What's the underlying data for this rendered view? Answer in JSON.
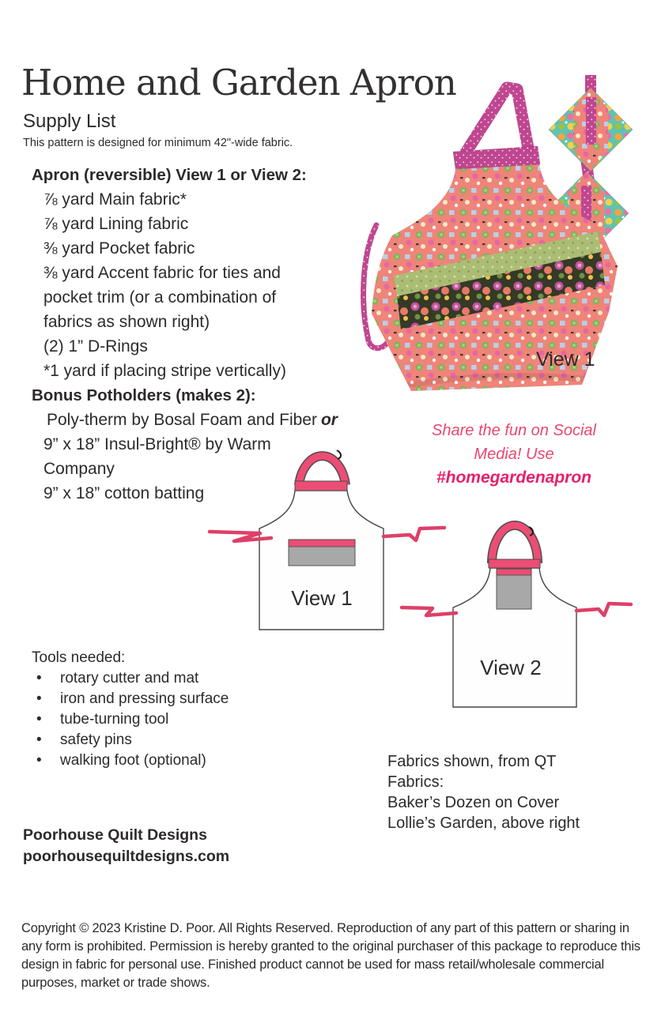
{
  "page": {
    "title": "Home and Garden Apron",
    "subtitle": "Supply List",
    "intro": "This pattern is designed for minimum 42\"-wide fabric."
  },
  "supply": {
    "apron_heading": "Apron (reversible) View 1 or View 2:",
    "apron_items": [
      "⅞ yard Main fabric*",
      "⅞ yard Lining fabric",
      "⅜ yard Pocket fabric",
      "⅜ yard Accent fabric for ties and",
      "pocket trim (or a combination of",
      "fabrics as shown right)",
      "(2) 1” D-Rings",
      "*1 yard if placing stripe vertically)"
    ],
    "potholders_heading": "Bonus Potholders (makes 2):",
    "potholder_line1": "Poly-therm by Bosal Foam and Fiber",
    "potholder_line1_or": "or",
    "potholder_lines": [
      "9” x 18” Insul-Bright® by Warm",
      "Company",
      "9” x 18” cotton batting"
    ]
  },
  "photo": {
    "view_label": "View 1"
  },
  "social": {
    "line1": "Share the fun on Social",
    "line2": "Media! Use",
    "hashtag": "#homegardenapron"
  },
  "diagrams": {
    "view1_label": "View 1",
    "view2_label": "View 2"
  },
  "tools": {
    "heading": "Tools needed:",
    "bullet": "•",
    "items": [
      "rotary cutter and mat",
      "iron and pressing surface",
      "tube-turning tool",
      "safety pins",
      "walking foot (optional)"
    ]
  },
  "fabrics_note": {
    "lines": [
      "Fabrics shown, from QT",
      "Fabrics:",
      "Baker’s Dozen on Cover",
      "Lollie’s Garden, above right"
    ]
  },
  "footer": {
    "company": "Poorhouse Quilt Designs",
    "website": "poorhousequiltdesigns.com"
  },
  "copyright": "Copyright © 2023 Kristine D. Poor. All Rights Reserved. Reproduction of any part of this pattern or sharing in any form is prohibited.  Permission is hereby granted to the original purchaser of this package to reproduce this design in fabric for personal use.  Finished product cannot be used for mass retail/wholesale commercial purposes, market or trade shows.",
  "colors": {
    "diagram_pink": "#ec4d74",
    "tie_pink": "#dd4068",
    "pocket_gray": "#a8a8a8",
    "social_pink": "#e8486f",
    "hashtag_pink": "#e71f6b",
    "photo_magenta": "#bf4690",
    "photo_coral": "#ef8479",
    "photo_teal": "#5fc3b1",
    "photo_green_band": "#abbd74",
    "photo_dark_floral": "#343a25"
  }
}
